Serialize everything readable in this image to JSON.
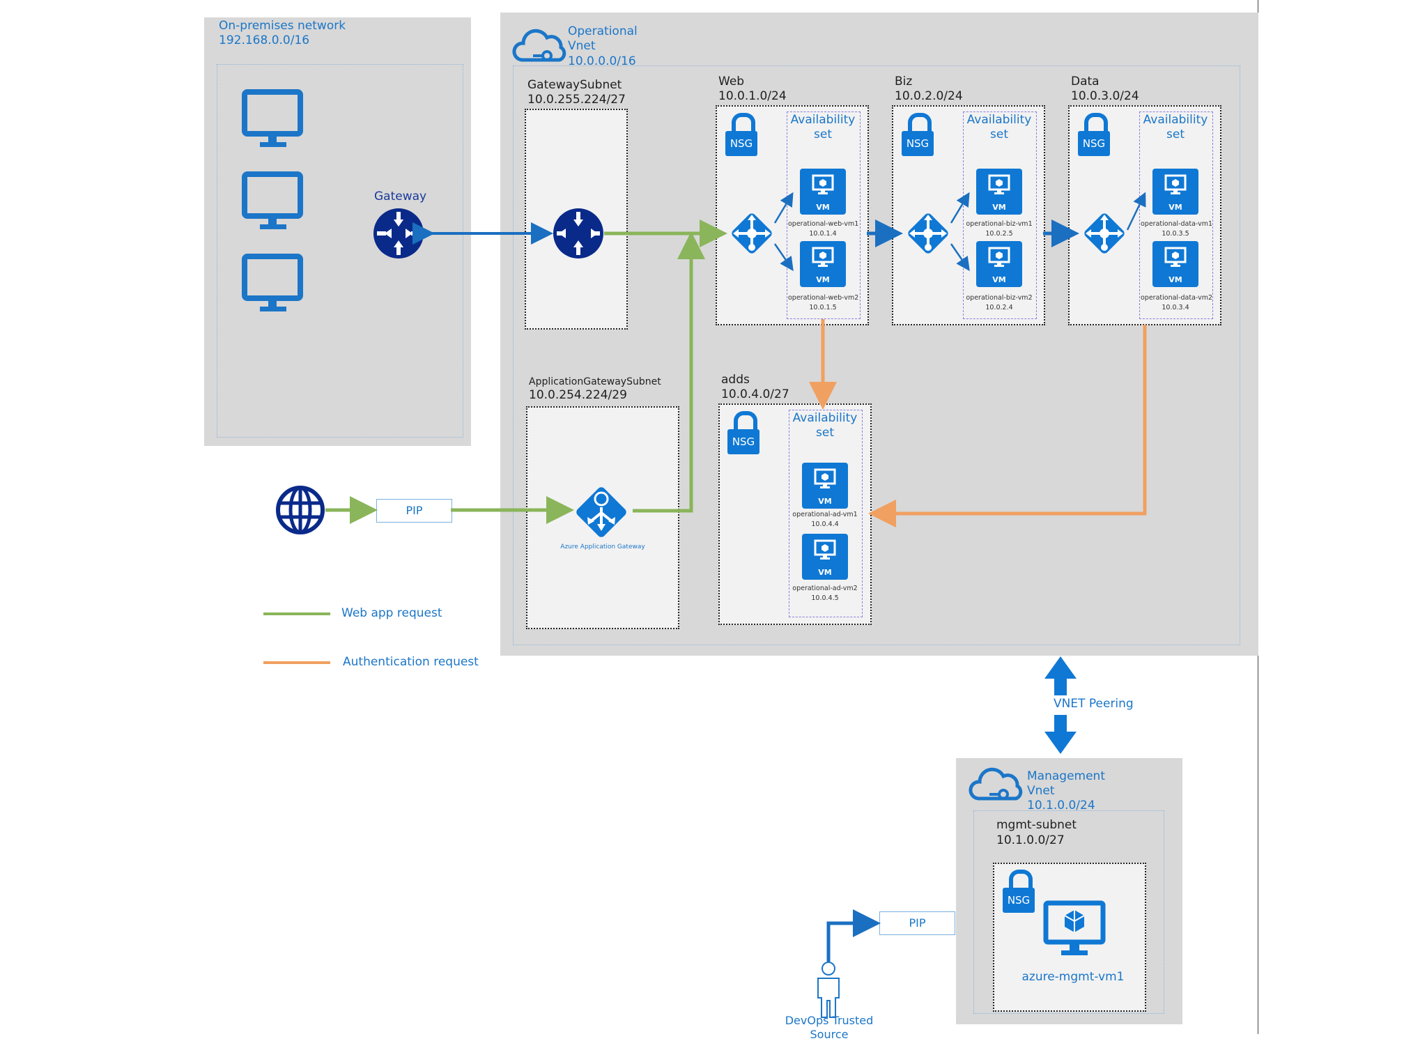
{
  "onprem": {
    "title": "On-premises network",
    "cidr": "192.168.0.0/16",
    "gateway_label": "Gateway"
  },
  "operational": {
    "title": "Operational",
    "title2": "Vnet",
    "cidr": "10.0.0.0/16",
    "gateway_subnet": {
      "name": "GatewaySubnet",
      "cidr": "10.0.255.224/27"
    },
    "appgw_subnet": {
      "name": "ApplicationGatewaySubnet",
      "cidr": "10.0.254.224/29",
      "appgw_label": "Azure Application Gateway"
    },
    "subnets": [
      {
        "name": "Web",
        "cidr": "10.0.1.0/24",
        "nsg": "NSG",
        "avset": [
          "Availability",
          "set"
        ],
        "vms": [
          {
            "badge": "VM",
            "name": "operational-web-vm1",
            "ip": "10.0.1.4"
          },
          {
            "badge": "VM",
            "name": "operational-web-vm2",
            "ip": "10.0.1.5"
          }
        ]
      },
      {
        "name": "Biz",
        "cidr": "10.0.2.0/24",
        "nsg": "NSG",
        "avset": [
          "Availability",
          "set"
        ],
        "vms": [
          {
            "badge": "VM",
            "name": "operational-biz-vm1",
            "ip": "10.0.2.5"
          },
          {
            "badge": "VM",
            "name": "operational-biz-vm2",
            "ip": "10.0.2.4"
          }
        ]
      },
      {
        "name": "Data",
        "cidr": "10.0.3.0/24",
        "nsg": "NSG",
        "avset": [
          "Availability",
          "set"
        ],
        "vms": [
          {
            "badge": "VM",
            "name": "operational-data-vm1",
            "ip": "10.0.3.5"
          },
          {
            "badge": "VM",
            "name": "operational-data-vm2",
            "ip": "10.0.3.4"
          }
        ]
      },
      {
        "name": "adds",
        "cidr": "10.0.4.0/27",
        "nsg": "NSG",
        "avset": [
          "Availability",
          "set"
        ],
        "vms": [
          {
            "badge": "VM",
            "name": "operational-ad-vm1",
            "ip": "10.0.4.4"
          },
          {
            "badge": "VM",
            "name": "operational-ad-vm2",
            "ip": "10.0.4.5"
          }
        ]
      }
    ]
  },
  "internet": {
    "pip_label": "PIP"
  },
  "legend": [
    {
      "label": "Web app request",
      "color": "#8ab55a"
    },
    {
      "label": "Authentication request",
      "color": "#f0a060"
    }
  ],
  "peering": {
    "label": "VNET Peering"
  },
  "management": {
    "title": "Management",
    "title2": "Vnet",
    "cidr": "10.1.0.0/24",
    "subnet": {
      "name": "mgmt-subnet",
      "cidr": "10.1.0.0/27"
    },
    "nsg": "NSG",
    "vm_name": "azure-mgmt-vm1",
    "pip_label": "PIP"
  },
  "devops": {
    "label1": "DevOps Trusted",
    "label2": "Source"
  },
  "colors": {
    "azure_blue": "#0f78d4",
    "navy": "#0a2a8a",
    "green": "#8ab55a",
    "orange": "#f0a060"
  }
}
